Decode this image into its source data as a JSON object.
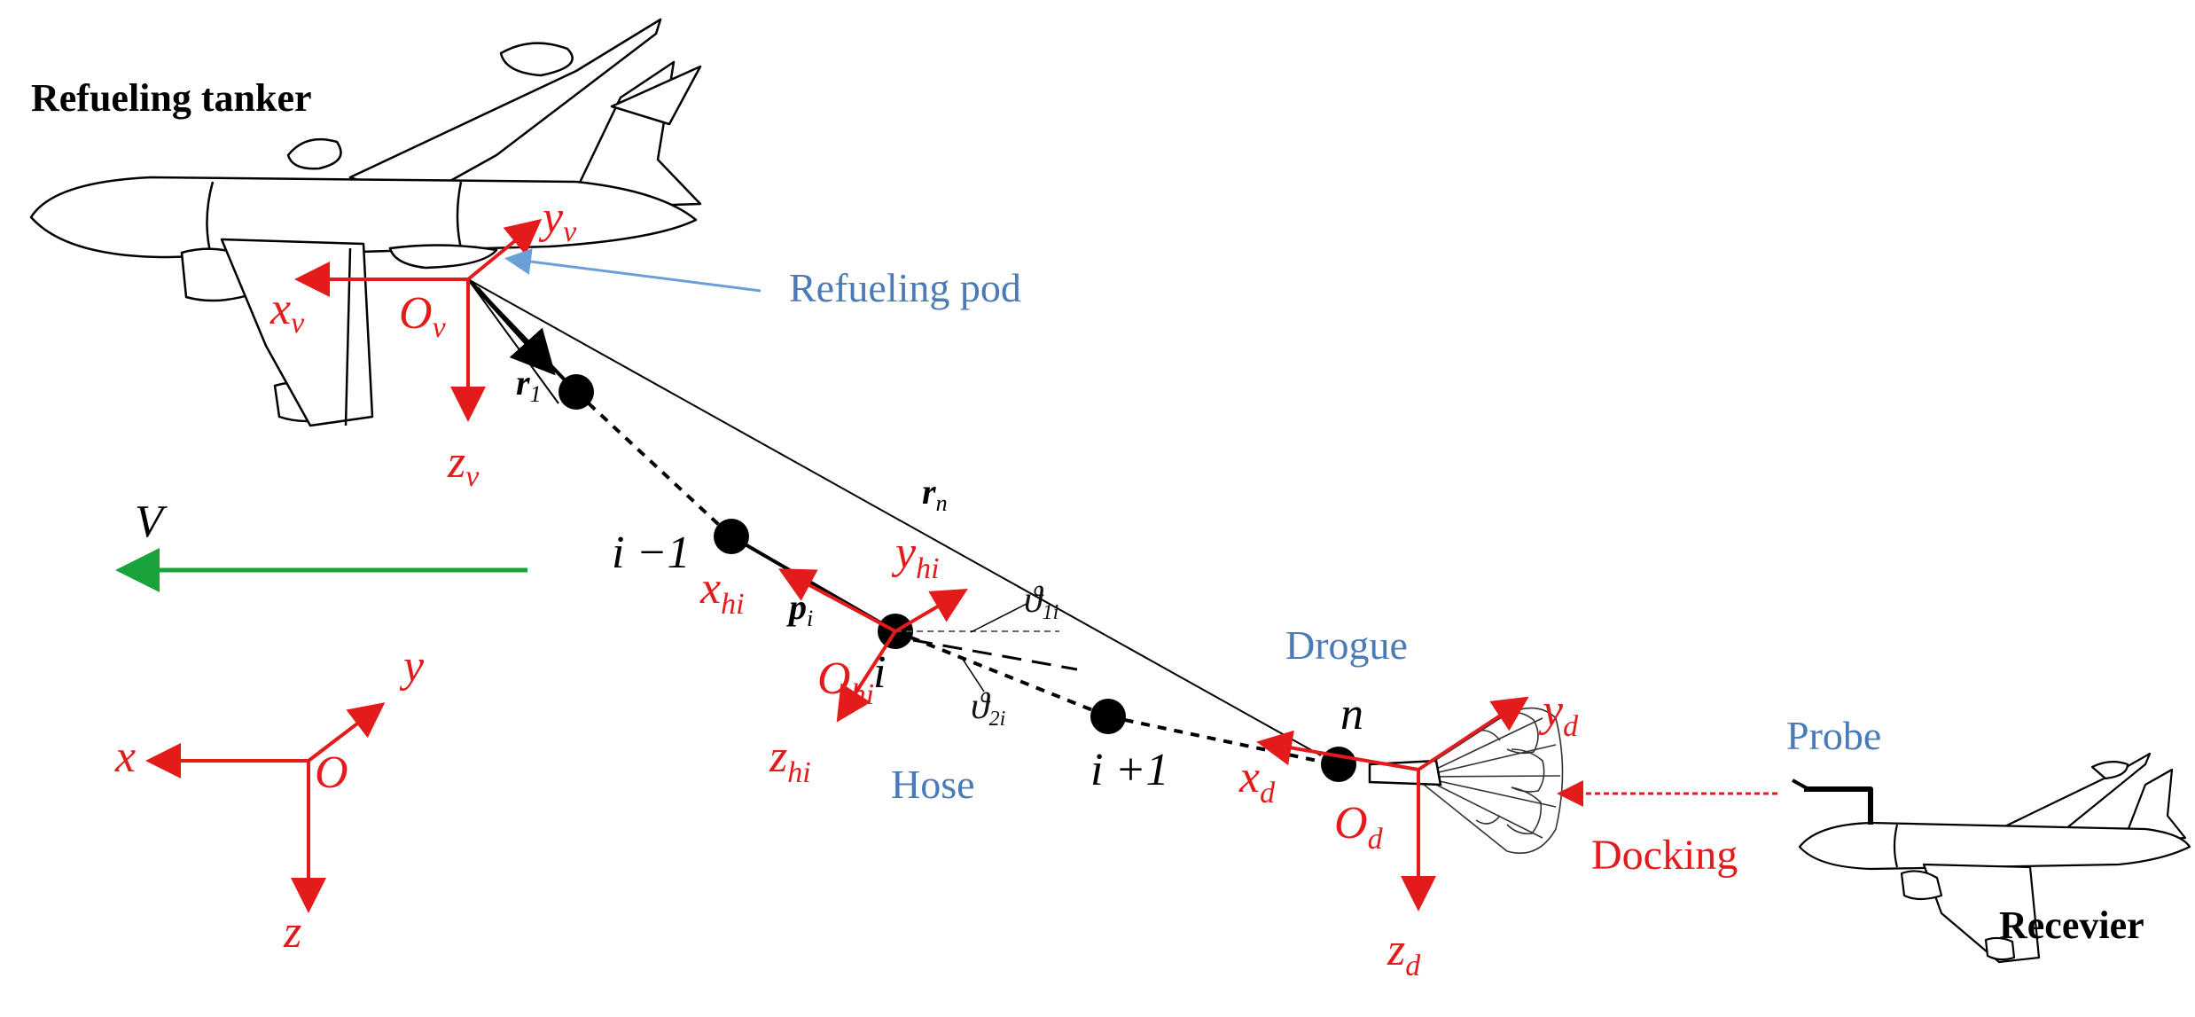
{
  "labels": {
    "tanker": "Refueling tanker",
    "pod": "Refueling pod",
    "hose": "Hose",
    "drogue": "Drogue",
    "probe": "Probe",
    "docking": "Docking",
    "receiver": "Recevier",
    "velocity": "V"
  },
  "frames": {
    "tanker": {
      "origin": "O",
      "origin_sub": "v",
      "x": "x",
      "x_sub": "v",
      "y": "y",
      "y_sub": "v",
      "z": "z",
      "z_sub": "v"
    },
    "hose": {
      "origin": "O",
      "origin_sub": "hi",
      "x": "x",
      "x_sub": "hi",
      "y": "y",
      "y_sub": "hi",
      "z": "z",
      "z_sub": "hi"
    },
    "drogue": {
      "origin": "O",
      "origin_sub": "d",
      "x": "x",
      "x_sub": "d",
      "y": "y",
      "y_sub": "d",
      "z": "z",
      "z_sub": "d"
    },
    "inertial": {
      "origin": "O",
      "x": "x",
      "y": "y",
      "z": "z"
    }
  },
  "nodes": {
    "r1": "r",
    "r1_sub": "1",
    "rn": "r",
    "rn_sub": "n",
    "pi": "p",
    "pi_sub": "i",
    "im1": "i −1",
    "i": "i",
    "ip1": "i +1",
    "n": "n"
  },
  "angles": {
    "theta1": "ϑ",
    "theta1_sub": "1i",
    "theta2": "ϑ",
    "theta2_sub": "2i"
  },
  "colors": {
    "axis": "#e31b1b",
    "velocity": "#1aa33a",
    "label_blue": "#4a7ab8",
    "pod_arrow": "#6a9fd8",
    "ink": "#000000"
  }
}
